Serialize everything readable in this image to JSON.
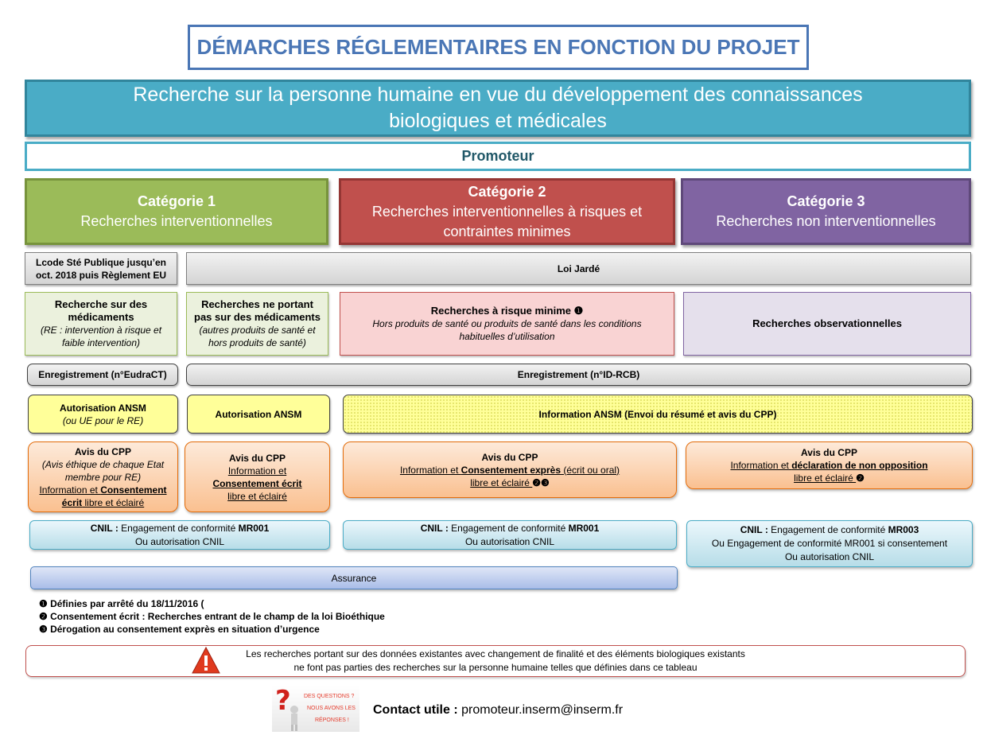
{
  "title": "DÉMARCHES RÉGLEMENTAIRES EN FONCTION DU PROJET",
  "banner": {
    "line1": "Recherche sur la personne humaine en vue du développement des connaissances",
    "line2": "biologiques et médicales"
  },
  "promoteur": "Promoteur",
  "categories": [
    {
      "title": "Catégorie 1",
      "subtitle": "Recherches interventionnelles"
    },
    {
      "title": "Catégorie 2",
      "subtitle_line1": "Recherches interventionnelles à risques et",
      "subtitle_line2": "contraintes minimes"
    },
    {
      "title": "Catégorie 3",
      "subtitle": "Recherches non interventionnelles"
    }
  ],
  "legal": {
    "left_line1": "Lcode Sté Publique jusqu’en",
    "left_line2": "oct. 2018 puis Règlement EU",
    "right": "Loi Jardé"
  },
  "research_types": {
    "medicaments": {
      "title_line1": "Recherche sur des",
      "title_line2": "médicaments",
      "detail_line1": "(RE : intervention à risque et",
      "detail_line2": "faible intervention)"
    },
    "non_medicaments": {
      "title_line1": "Recherches ne portant",
      "title_line2": "pas sur des médicaments",
      "detail_line1": "(autres produits de santé et",
      "detail_line2": "hors produits de santé)"
    },
    "risque_minime": {
      "title": "Recherches à risque minime",
      "marker": "❶",
      "detail_line1": "Hors produits de santé ou produits de santé dans les conditions",
      "detail_line2": "habituelles d’utilisation"
    },
    "observationnelles": {
      "title": "Recherches observationnelles"
    }
  },
  "registration": {
    "left": "Enregistrement (n°EudraCT)",
    "right": "Enregistrement  (n°ID-RCB)"
  },
  "ansm": {
    "auth1_line1": "Autorisation ANSM",
    "auth1_line2": "(ou UE pour le RE)",
    "auth2": "Autorisation ANSM",
    "info": "Information ANSM (Envoi du résumé et avis du CPP)"
  },
  "cpp": {
    "box1": {
      "title": "Avis du CPP",
      "line2": "(Avis éthique de chaque Etat",
      "line3": "membre pour RE)",
      "line4a": "Information et ",
      "line4b": "Consentement",
      "line5a": "écrit",
      "line5b": " libre et éclairé"
    },
    "box2": {
      "title": "Avis du CPP",
      "line2": "Information et",
      "line3": "Consentement écrit",
      "line4": "libre et éclairé"
    },
    "box3": {
      "title": "Avis du CPP",
      "line2a": "Information et ",
      "line2b": "Consentement exprès",
      "line2c": " (écrit ou oral)",
      "line3": "libre et éclairé ",
      "markers": "❷❸"
    },
    "box4": {
      "title": "Avis du CPP",
      "line2a": "Information et ",
      "line2b": "déclaration de non opposition",
      "line3": " libre et éclairé ",
      "marker": "❷"
    }
  },
  "cnil": {
    "box1": {
      "label": "CNIL :",
      "text": " Engagement de conformité ",
      "code": "MR001",
      "line2": "Ou autorisation CNIL"
    },
    "box2": {
      "label": "CNIL :",
      "text": " Engagement de conformité ",
      "code": "MR001",
      "line2": "Ou  autorisation CNIL"
    },
    "box3": {
      "label": "CNIL :",
      "text": " Engagement de conformité ",
      "code": "MR003",
      "line2": "Ou Engagement de conformité MR001 si consentement",
      "line3": "Ou autorisation CNIL"
    }
  },
  "assurance": "Assurance",
  "notes": [
    "❶ Définies par  arrêté du 18/11/2016 (",
    "❷ Consentement écrit : Recherches entrant de le champ de la loi Bioéthique",
    "❸ Dérogation au consentement exprès en situation d’urgence"
  ],
  "warning": {
    "line1": "Les recherches portant sur des données existantes avec changement de finalité et des éléments biologiques existants",
    "line2": "ne font pas parties des recherches sur la personne humaine telles que définies dans ce tableau"
  },
  "questions_image": {
    "line1": "DES QUESTIONS ?",
    "line2": "NOUS AVONS LES",
    "line3": "RÉPONSES !"
  },
  "contact": {
    "label": "Contact utile :",
    "email": " promoteur.inserm@inserm.fr"
  },
  "colors": {
    "title": "#4a76b5",
    "banner": "#4aacc6",
    "cat1": "#9bbb59",
    "cat2": "#c0504d",
    "cat3": "#8064a2",
    "cpp": "#fac090",
    "cnil": "#b7dde8",
    "ansm": "#ffff99"
  }
}
